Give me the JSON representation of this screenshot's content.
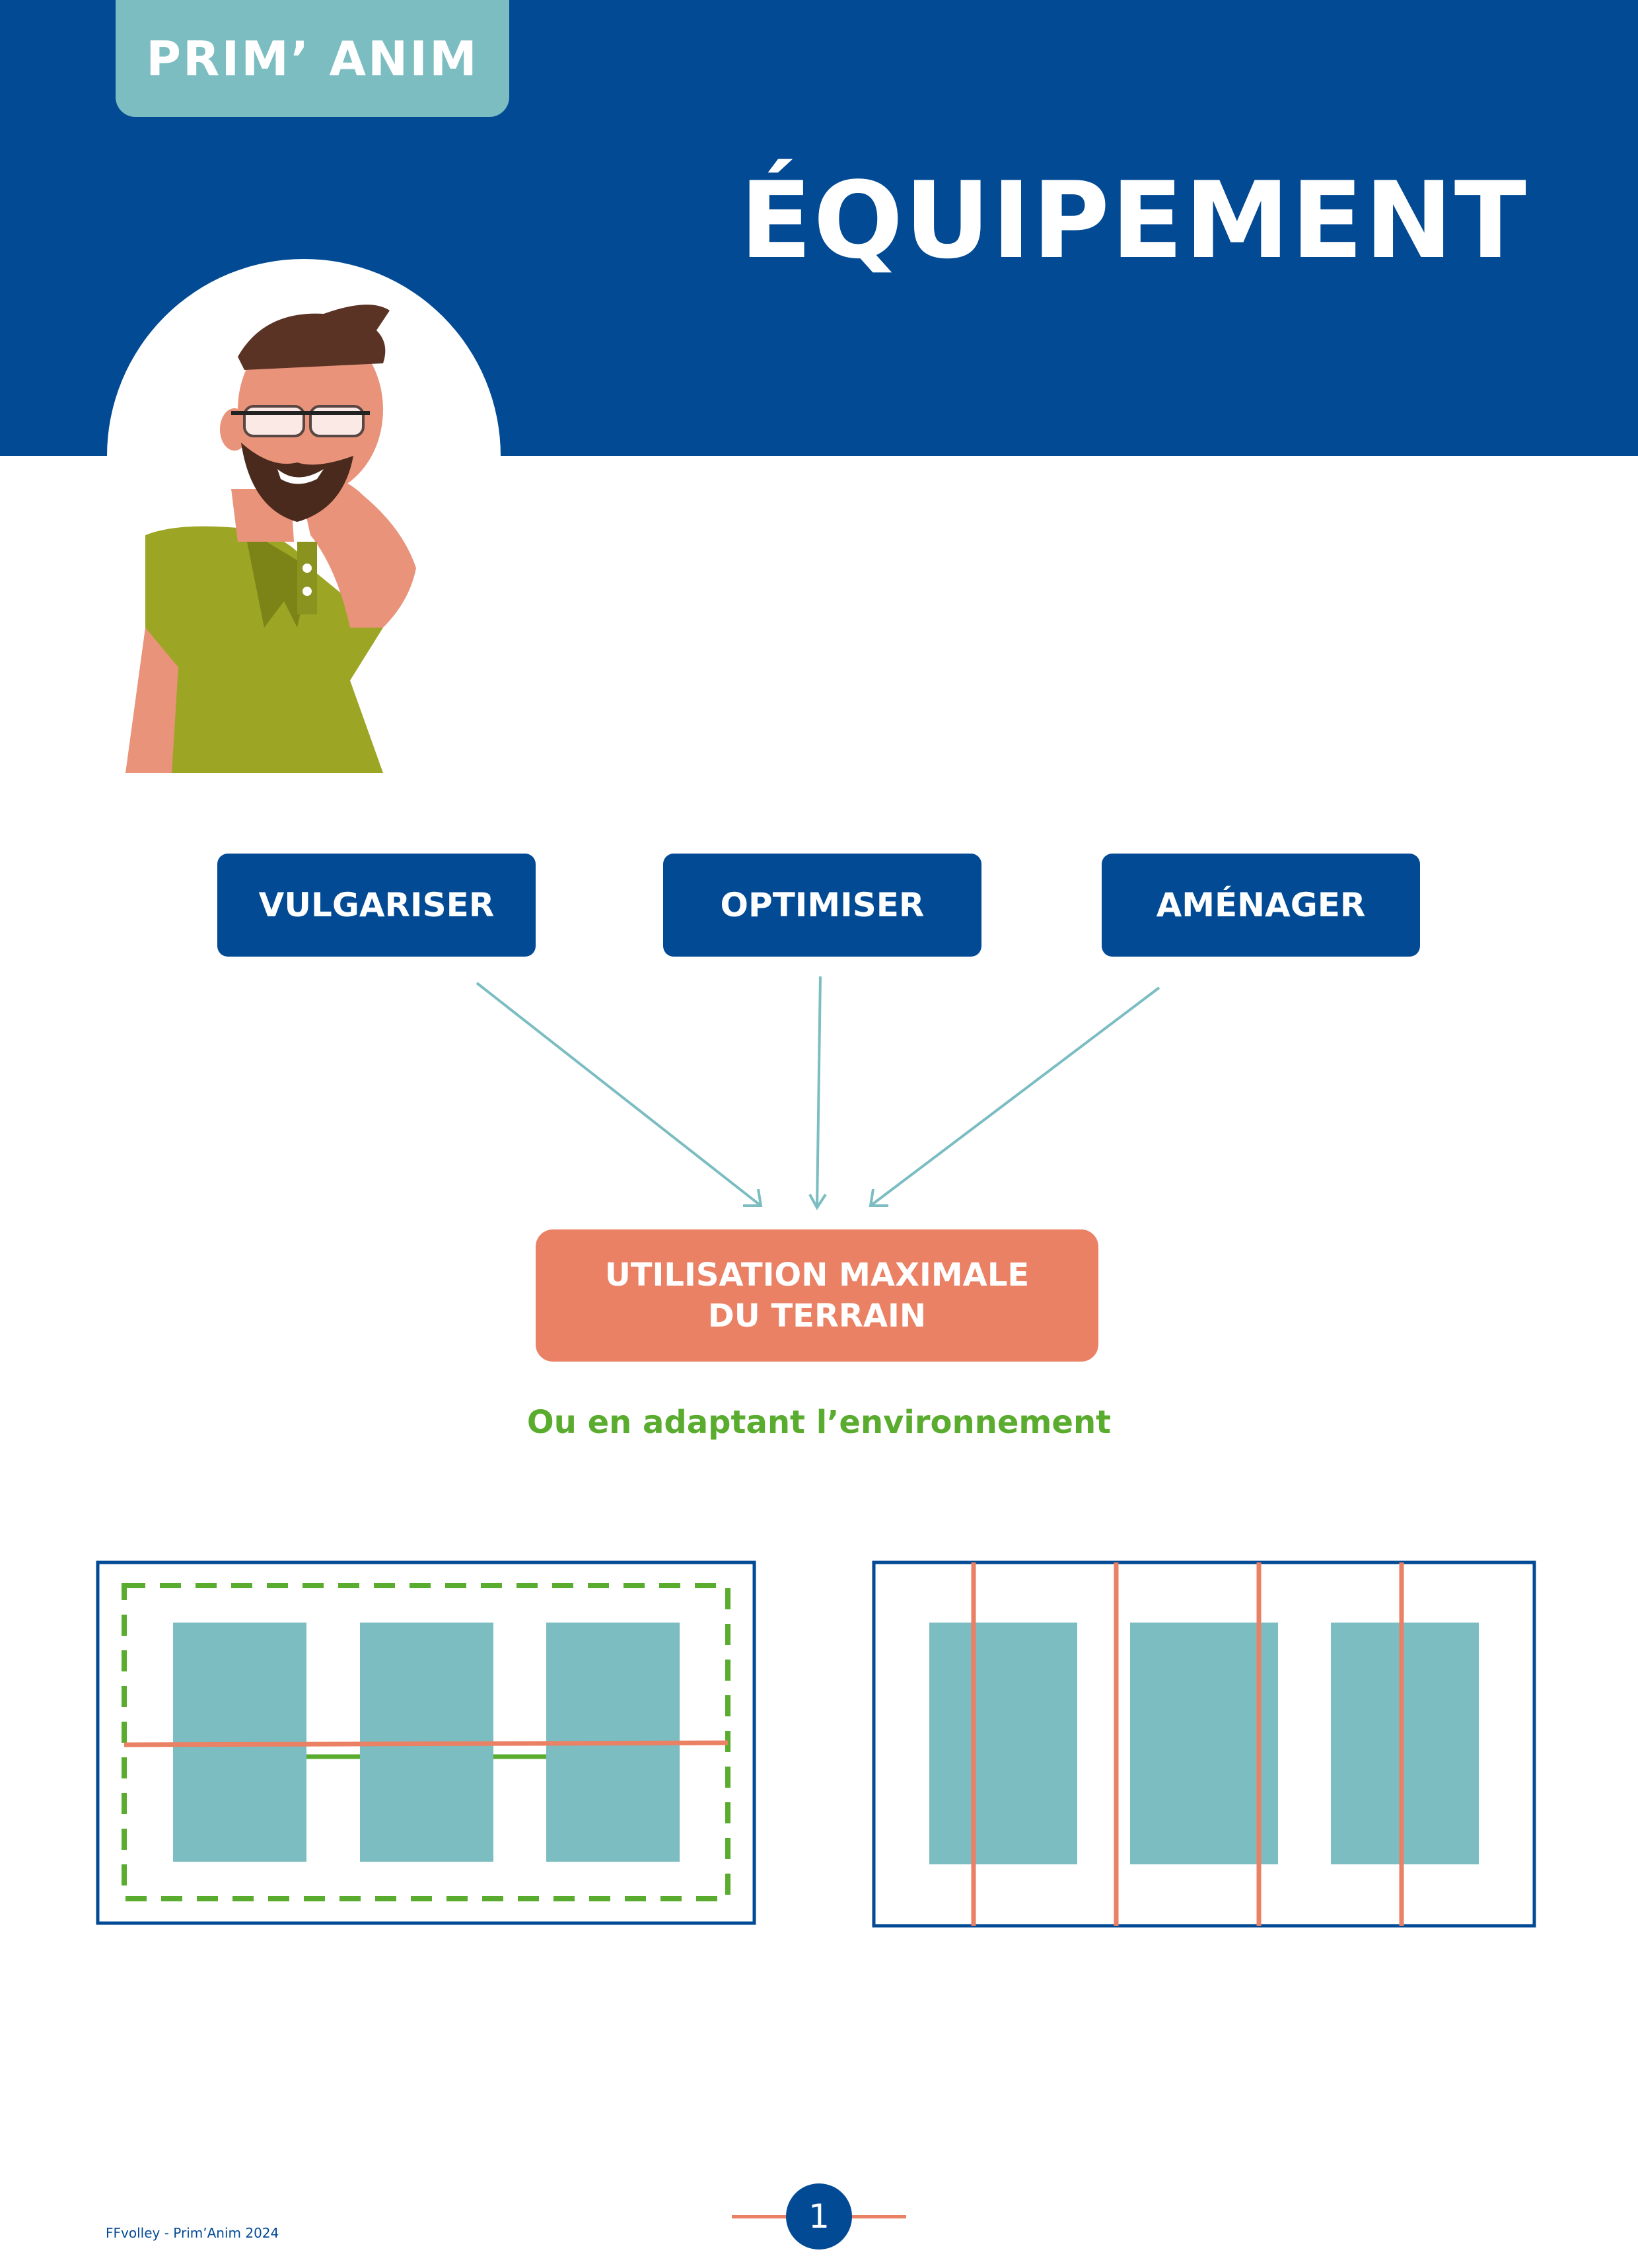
{
  "header": {
    "tab_label": "PRIM’ ANIM",
    "title": "ÉQUIPEMENT"
  },
  "actions": [
    "VULGARISER",
    "OPTIMISER",
    "AMÉNAGER"
  ],
  "result": {
    "line1": "UTILISATION MAXIMALE",
    "line2": "DU TERRAIN"
  },
  "subtitle": "Ou en adaptant l’environnement",
  "footer": {
    "credit": "FFvolley - Prim’Anim 2024",
    "page_number": "1"
  },
  "colors": {
    "brand_blue": "#024a94",
    "teal": "#7bbdc1",
    "coral": "#ea8165",
    "green": "#5aac2f"
  }
}
